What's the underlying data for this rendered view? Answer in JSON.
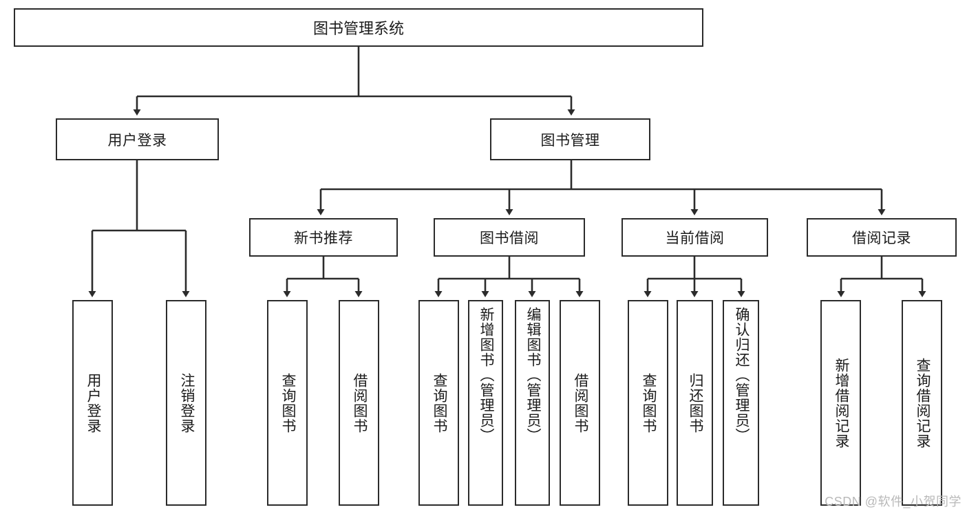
{
  "diagram": {
    "title": "图书管理系统",
    "watermark": "CSDN @软件_小贺同学",
    "line_color": "#2b2b2b",
    "box_fill": "#ffffff",
    "text_color": "#1b1b1b",
    "watermark_color": "#b9b9b9"
  },
  "root": {
    "label": "图书管理系统"
  },
  "level1": [
    {
      "label": "用户登录"
    },
    {
      "label": "图书管理"
    }
  ],
  "level2": [
    {
      "label": "新书推荐"
    },
    {
      "label": "图书借阅"
    },
    {
      "label": "当前借阅"
    },
    {
      "label": "借阅记录"
    }
  ],
  "leaves": {
    "user_login": [
      {
        "label": "用户登录"
      },
      {
        "label": "注销登录"
      }
    ],
    "new_book_recommend": [
      {
        "label": "查询图书"
      },
      {
        "label": "借阅图书"
      }
    ],
    "book_borrow": [
      {
        "label": "查询图书"
      },
      {
        "label": "新增图书（管理员）"
      },
      {
        "label": "编辑图书（管理员）"
      },
      {
        "label": "借阅图书"
      }
    ],
    "current_borrow": [
      {
        "label": "查询图书"
      },
      {
        "label": "归还图书"
      },
      {
        "label": "确认归还（管理员）"
      }
    ],
    "borrow_record": [
      {
        "label": "新增借阅记录"
      },
      {
        "label": "查询借阅记录"
      }
    ]
  }
}
